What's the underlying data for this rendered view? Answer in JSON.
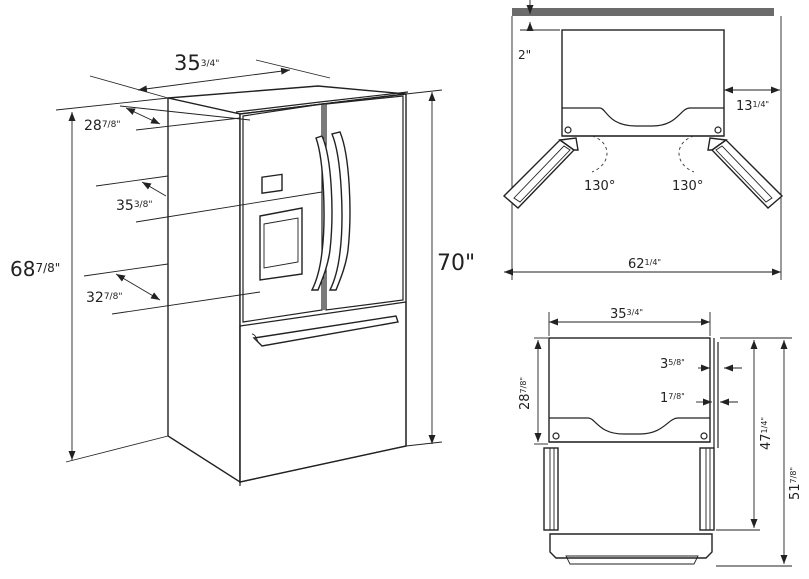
{
  "persp": {
    "width": "35",
    "width_frac": "3/4\"",
    "depth_box": "28",
    "depth_box_frac": "7/8\"",
    "depth_handle": "35",
    "depth_handle_frac": "3/8\"",
    "depth_door": "32",
    "depth_door_frac": "7/8\"",
    "height_case": "68",
    "height_case_frac": "7/8\"",
    "height_total": "70\""
  },
  "top": {
    "clearance": "2\"",
    "side_depth": "13",
    "side_depth_frac": "1/4\"",
    "angle_left": "130°",
    "angle_right": "130°",
    "swing_width": "62",
    "swing_width_frac": "1/4\""
  },
  "plan": {
    "width": "35",
    "width_frac": "3/4\"",
    "depth_box": "28",
    "depth_box_frac": "7/8\"",
    "door_thick": "3",
    "door_thick_frac": "5/8\"",
    "handle_gap": "1",
    "handle_gap_frac": "7/8\"",
    "depth_open": "47",
    "depth_open_frac": "1/4\"",
    "depth_full": "51",
    "depth_full_frac": "7/8\""
  }
}
